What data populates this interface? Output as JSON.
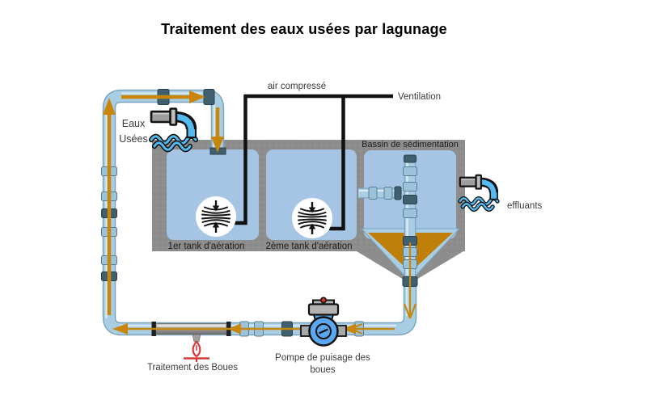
{
  "title": "Traitement des eaux usées par lagunage",
  "labels": {
    "air_compresse": "air compressé",
    "ventilation": "Ventilation",
    "eaux_usees_line1": "Eaux",
    "eaux_usees_line2": "Usées",
    "bassin_sedimentation": "Bassin de sédimentation",
    "tank1": "1er tank d'aération",
    "tank2": "2ème tank d'aération",
    "effluants": "effluants",
    "traitement_boues": "Traitement des Boues",
    "pompe_line1": "Pompe de puisage des",
    "pompe_line2": "boues"
  },
  "colors": {
    "pipe_blue": "#a9cee4",
    "pipe_edge": "#7ea6be",
    "pipe_highlight": "#dcedf6",
    "coupling_light": "#9cc3d9",
    "coupling_dark": "#41606f",
    "basin_gray": "#8d8d8d",
    "tank_blue": "#a6c4e4",
    "funnel_orange": "#bf7f08",
    "flow_arrow_orange": "#c8860a",
    "air_line_black": "#111111",
    "pump_blue": "#5aa7f0",
    "water_blue": "#54baf2",
    "metal_gray": "#9a9a9a",
    "valve_red": "#d8393b"
  },
  "icons": {
    "influent": "faucet-water-icon",
    "effluent": "faucet-water-icon",
    "aerator": "air-diffuser-icon",
    "sludge_pump": "centrifugal-pump-icon",
    "sludge_outlet": "sprinkler-valve-icon",
    "flow_direction": "orange-arrow-icon"
  }
}
